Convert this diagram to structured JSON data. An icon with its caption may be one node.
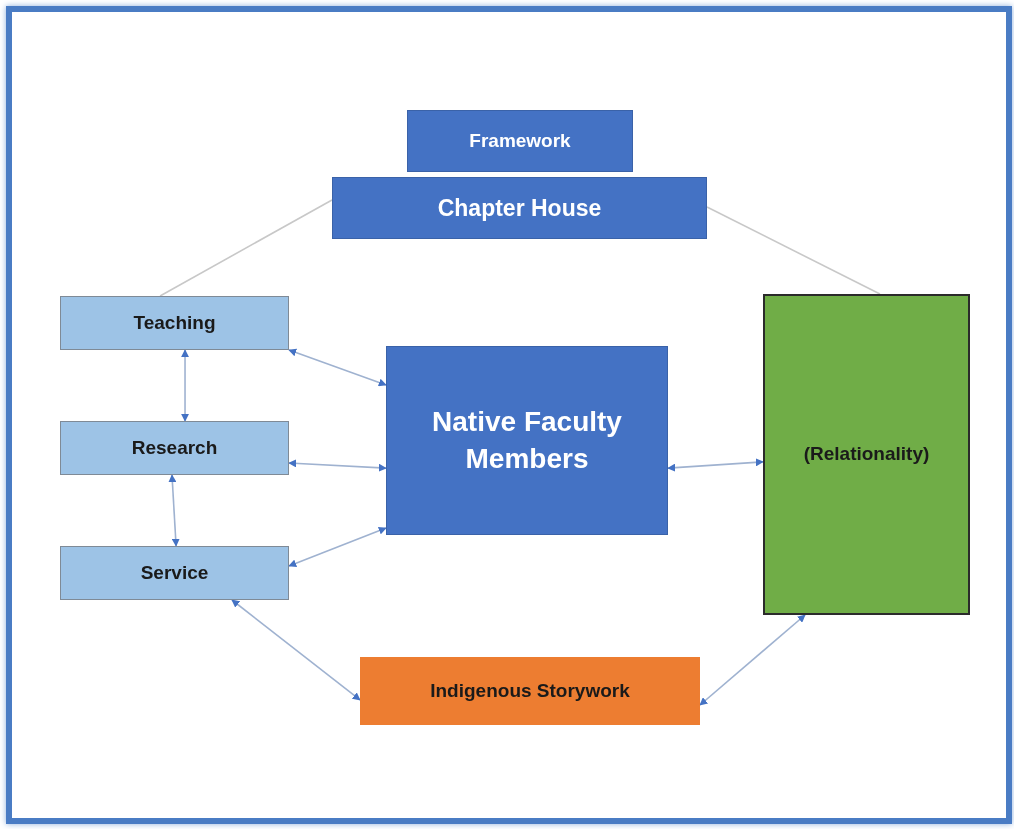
{
  "diagram": {
    "nodes": [
      {
        "text": [
          "Framework"
        ]
      },
      {
        "text": [
          "Chapter House"
        ]
      },
      {
        "text": [
          "Teaching"
        ]
      },
      {
        "text": [
          "Research"
        ]
      },
      {
        "text": [
          "Service"
        ]
      },
      {
        "text": [
          "Native Faculty Members"
        ]
      },
      {
        "text": [
          "(Relationality)"
        ]
      },
      {
        "text": [
          "Indigenous Storywork"
        ]
      }
    ],
    "edges": [
      {
        "from": 1,
        "to": 2,
        "arrow": "none",
        "color": "#c8c8c8"
      },
      {
        "from": 1,
        "to": 6,
        "arrow": "none",
        "color": "#c8c8c8"
      },
      {
        "from": 2,
        "to": 3,
        "arrow": "both"
      },
      {
        "from": 2,
        "to": 5,
        "arrow": "both"
      },
      {
        "from": 3,
        "to": 5,
        "arrow": "both"
      },
      {
        "from": 3,
        "to": 4,
        "arrow": "both"
      },
      {
        "from": 4,
        "to": 5,
        "arrow": "both"
      },
      {
        "from": 5,
        "to": 6,
        "arrow": "both"
      },
      {
        "from": 4,
        "to": 7,
        "arrow": "both"
      },
      {
        "from": 7,
        "to": 6,
        "arrow": "both"
      }
    ]
  }
}
